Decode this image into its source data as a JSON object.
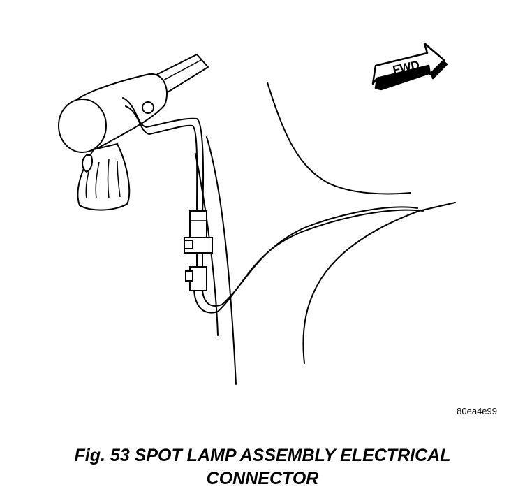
{
  "direction_arrow": {
    "label": "FWD",
    "icon": "forward-arrow-icon"
  },
  "reference_code": "80ea4e99",
  "caption": {
    "line1": "Fig. 53 SPOT LAMP ASSEMBLY ELECTRICAL",
    "line2": "CONNECTOR"
  },
  "colors": {
    "ink": "#000000",
    "background": "#ffffff",
    "highlight": "#ffffff"
  }
}
